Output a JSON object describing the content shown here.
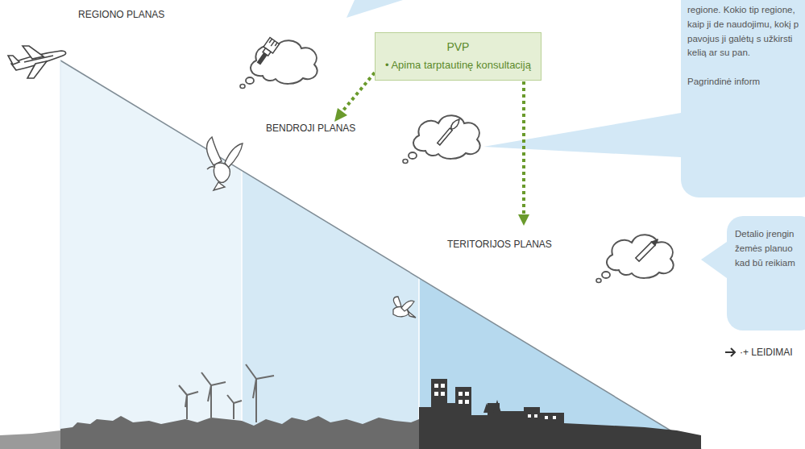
{
  "diagram": {
    "nodes": [
      {
        "text": [
          "PVP",
          "• Apima tarptautinę konsultaciją"
        ]
      },
      {
        "text": [
          "regione. Kokio tip regione, kaip ji de naudojimu, kokį p pavojus ji galėtų s užkirsti kelią ar su pan.",
          "Pagrindinė inform"
        ]
      },
      {
        "text": [
          "Detalio įrengin žemės planuo kad bū reikiam"
        ]
      }
    ],
    "labels": [
      "REGIONO PLANAS",
      "BENDROJI PLANAS",
      "TERITORIJOS PLANAS",
      "·+ LEIDIMAI"
    ]
  }
}
